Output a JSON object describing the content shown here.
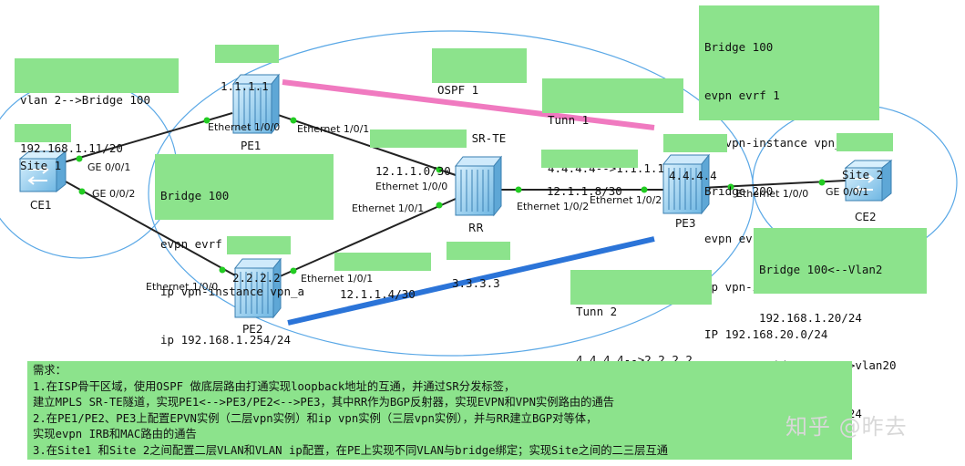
{
  "boxes": {
    "vlan_ce1": [
      "vlan 2-->Bridge 100",
      "192.168.1.11/20"
    ],
    "site1": "Site 1",
    "pe1_loop": "1.1.1.1",
    "ospf": [
      "OSPF 1",
      "MPLS SR-TE"
    ],
    "tunn1": [
      "Tunn 1",
      "4.4.4.4-->1.1.1.1"
    ],
    "pe3_cfg": [
      "Bridge 100",
      "evpn evrf 1",
      "ip vpn-instance vpn_a",
      "Bridge 200",
      "evpn evrf 2",
      "ip vpn-instance vpn_a",
      "IP 192.168.20.0/24"
    ],
    "site2": "Site 2",
    "pe3_loop": "4.4.4.4",
    "net_pe1_rr": "12.1.1.0/30",
    "net_rr_pe3": "12.1.1.8/30",
    "pe1_cfg": [
      "Bridge 100",
      "evpn evrf 1",
      "ip vpn-instance vpn_a",
      "ip 192.168.1.254/24"
    ],
    "pe2_loop": "2.2.2.2",
    "rr_loop": "3.3.3.3",
    "net_pe2_rr": "12.1.1.4/30",
    "tunn2": [
      "Tunn 2",
      "4.4.4.4-->2.2.2.2"
    ],
    "ce2_cfg": [
      "Bridge 100<--Vlan2",
      "192.168.1.20/24",
      "Bridge 200<-->vlan20",
      "192.168.20.1/24"
    ]
  },
  "devices": {
    "ce1": "CE1",
    "pe1": "PE1",
    "rr": "RR",
    "pe2": "PE2",
    "pe3": "PE3",
    "ce2": "CE2"
  },
  "ports": {
    "ce1_ge001": "GE 0/0/1",
    "ce1_ge002": "GE 0/0/2",
    "pe1_e100": "Ethernet 1/0/0",
    "pe1_e101": "Ethernet 1/0/1",
    "rr_e100": "Ethernet 1/0/0",
    "rr_e101": "Ethernet 1/0/1",
    "rr_e102": "Ethernet 1/0/2",
    "pe3_e102": "Ethernet 1/0/2",
    "pe3_e100": "Ethernet 1/0/0",
    "ce2_ge001": "GE 0/0/1",
    "pe2_e100": "Ethernet 1/0/0",
    "pe2_e101": "Ethernet 1/0/1"
  },
  "requirements": [
    "需求：",
    "1.在ISP骨干区域，使用OSPF 做底层路由打通实现loopback地址的互通，并通过SR分发标签，",
    "建立MPLS SR-TE隧道，实现PE1<-->PE3/PE2<-->PE3，其中RR作为BGP反射器，实现EVPN和VPN实例路由的通告",
    "2.在PE1/PE2、PE3上配置EPVN实例（二层vpn实例）和ip vpn实例（三层vpn实例），并与RR建立BGP对等体，",
    "实现evpn IRB和MAC路由的通告",
    "3.在Site1 和Site 2之间配置二层VLAN和VLAN ip配置，在PE上实现不同VLAN与bridge绑定；实现Site之间的二三层互通"
  ],
  "watermark": "知乎 @昨去",
  "colors": {
    "box_fill": "#8ce38c",
    "tunnel1": "#f07ac0",
    "tunnel2": "#2b74d8",
    "ellipse": "#5aa8e6",
    "device_fill": "#9fd6f5",
    "link": "#222222",
    "port_dot": "#22cc22"
  }
}
